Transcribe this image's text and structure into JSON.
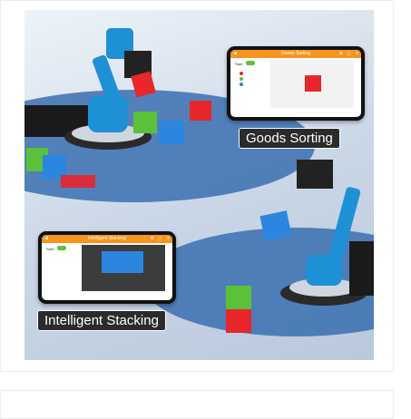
{
  "labels": {
    "goods_sorting": "Goods Sorting",
    "intelligent_stacking": "Intelligent Stacking"
  },
  "phone_top": {
    "title": "Goods Sorting",
    "switch_label": "Start"
  },
  "phone_bottom": {
    "title": "Intelligent Stacking",
    "switch_label": "Start"
  },
  "colors": {
    "accent": "#f7941d",
    "red": "#e8262b",
    "green": "#5cc13a",
    "blue": "#2c86e0",
    "robot_blue": "#1e90d6",
    "floor_blue": "#3a6fb0"
  },
  "icons": [
    "back-arrow-icon",
    "settings-icon",
    "info-icon",
    "menu-icon",
    "toggle-switch-icon"
  ]
}
